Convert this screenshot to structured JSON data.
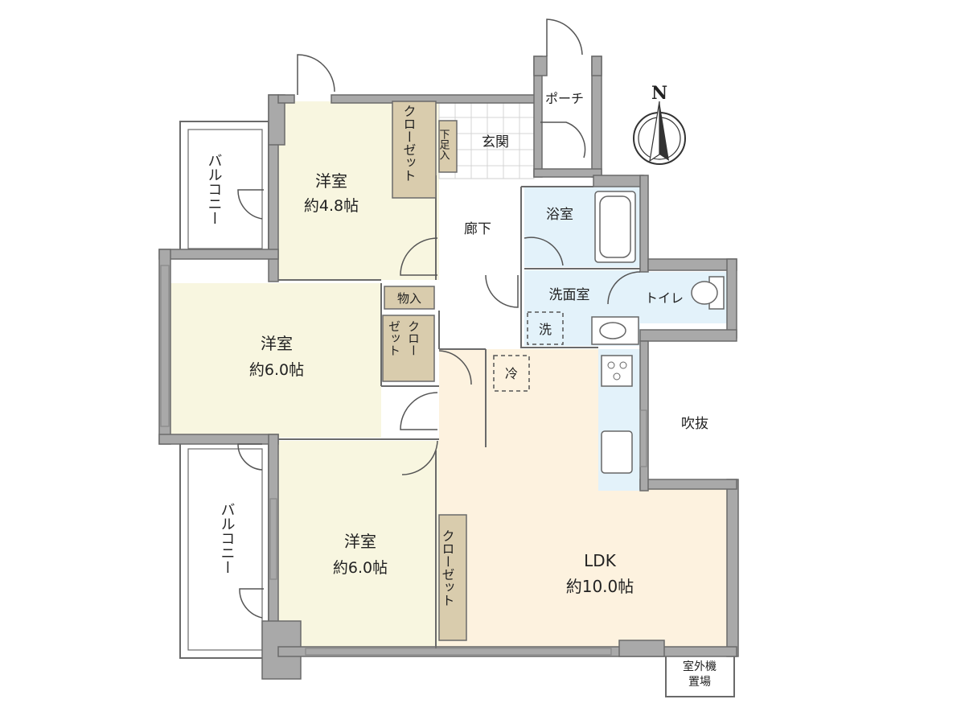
{
  "colors": {
    "bedroom": "#f8f6e0",
    "ldk": "#fdf2df",
    "wet": "#e3f2fa",
    "closet": "#d9ccad",
    "wall": "#a9a9a9",
    "outline": "#6a6a6a",
    "white": "#ffffff"
  },
  "compass": {
    "label": "N"
  },
  "rooms": {
    "bedroom_a": {
      "name": "洋室",
      "area": "約4.8帖"
    },
    "bedroom_b": {
      "name": "洋室",
      "area": "約6.0帖"
    },
    "bedroom_c": {
      "name": "洋室",
      "area": "約6.0帖"
    },
    "ldk": {
      "name": "LDK",
      "area": "約10.0帖"
    },
    "entrance": "玄関",
    "porch": "ポーチ",
    "hallway": "廊下",
    "bathroom": "浴室",
    "washroom": "洗面室",
    "toilet": "トイレ",
    "void": "吹抜",
    "balcony_top": "バルコニー",
    "balcony_bottom": "バルコニー",
    "ac_outdoor": [
      "室外機",
      "置場"
    ]
  },
  "storage": {
    "closet_a": "クローゼット",
    "closet_b": [
      "クロー",
      "ゼット"
    ],
    "closet_c": "クローゼット",
    "storage_small": "物入",
    "shoe_box": "下足入"
  },
  "fixtures": {
    "washer": "洗",
    "fridge": "冷"
  }
}
